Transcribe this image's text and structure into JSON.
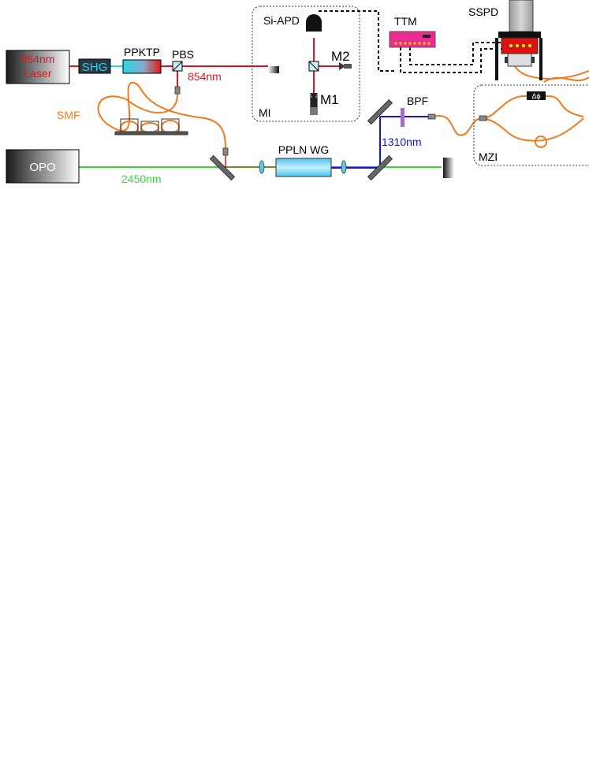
{
  "labels": {
    "laser_line1": "854nm",
    "laser_line2": "Laser",
    "shg": "SHG",
    "ppktp": "PPKTP",
    "pbs": "PBS",
    "wl_854": "854nm",
    "smf": "SMF",
    "si_apd": "Si-APD",
    "m2": "M2",
    "m1": "M1",
    "mi": "MI",
    "ttm": "TTM",
    "sspd": "SSPD",
    "bpf": "BPF",
    "wl_1310": "1310nm",
    "opo": "OPO",
    "ppln_wg": "PPLN WG",
    "wl_2450": "2450nm",
    "mzi": "MZI",
    "phase": "Δϕ"
  },
  "colors": {
    "laser_854": "#e5131b",
    "shg_beam": "#29d3e6",
    "beam_1310": "#1414d2",
    "beam_2450": "#35dc35",
    "fiber": "#f07a20",
    "ttm_body": "#ec2c90",
    "sspd_body": "#e01010",
    "bpf": "#a070c8"
  }
}
